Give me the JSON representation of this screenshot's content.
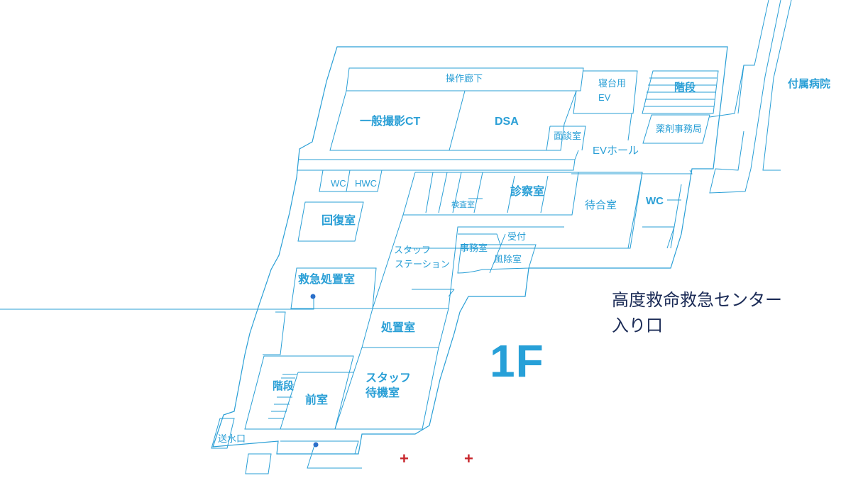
{
  "floor": {
    "label": "1F"
  },
  "entrance": {
    "line1": "高度救命救急センター",
    "line2": "入り口"
  },
  "labels": {
    "corridor": "操作廊下",
    "ct": "一般撮影CT",
    "dsa": "DSA",
    "bed_ev_1": "寝台用",
    "bed_ev_2": "EV",
    "stairs_top": "階段",
    "annex": "付属病院",
    "pharmacy": "薬剤事務局",
    "interview": "面談室",
    "ev_hall": "EVホール",
    "wc_left": "WC",
    "hwc": "HWC",
    "exam": "診察室",
    "inspection": "検査室",
    "waiting": "待合室",
    "wc_right": "WC",
    "recovery": "回復室",
    "staff_station_1": "スタッフ",
    "staff_station_2": "ステーション",
    "office": "事務室",
    "reception": "受付",
    "wind_room": "風除室",
    "er": "救急処置室",
    "treatment": "処置室",
    "stairs_bottom": "階段",
    "anteroom": "前室",
    "staff_wait_1": "スタッフ",
    "staff_wait_2": "待機室",
    "water": "送水口"
  },
  "colors": {
    "wall": "#2a9fd6",
    "floor_label": "#27a0d8",
    "entrance_text": "#1c2c57",
    "marker": "#c8262c",
    "pin": "#2a6fc9"
  },
  "markers": [
    "+",
    "+"
  ]
}
